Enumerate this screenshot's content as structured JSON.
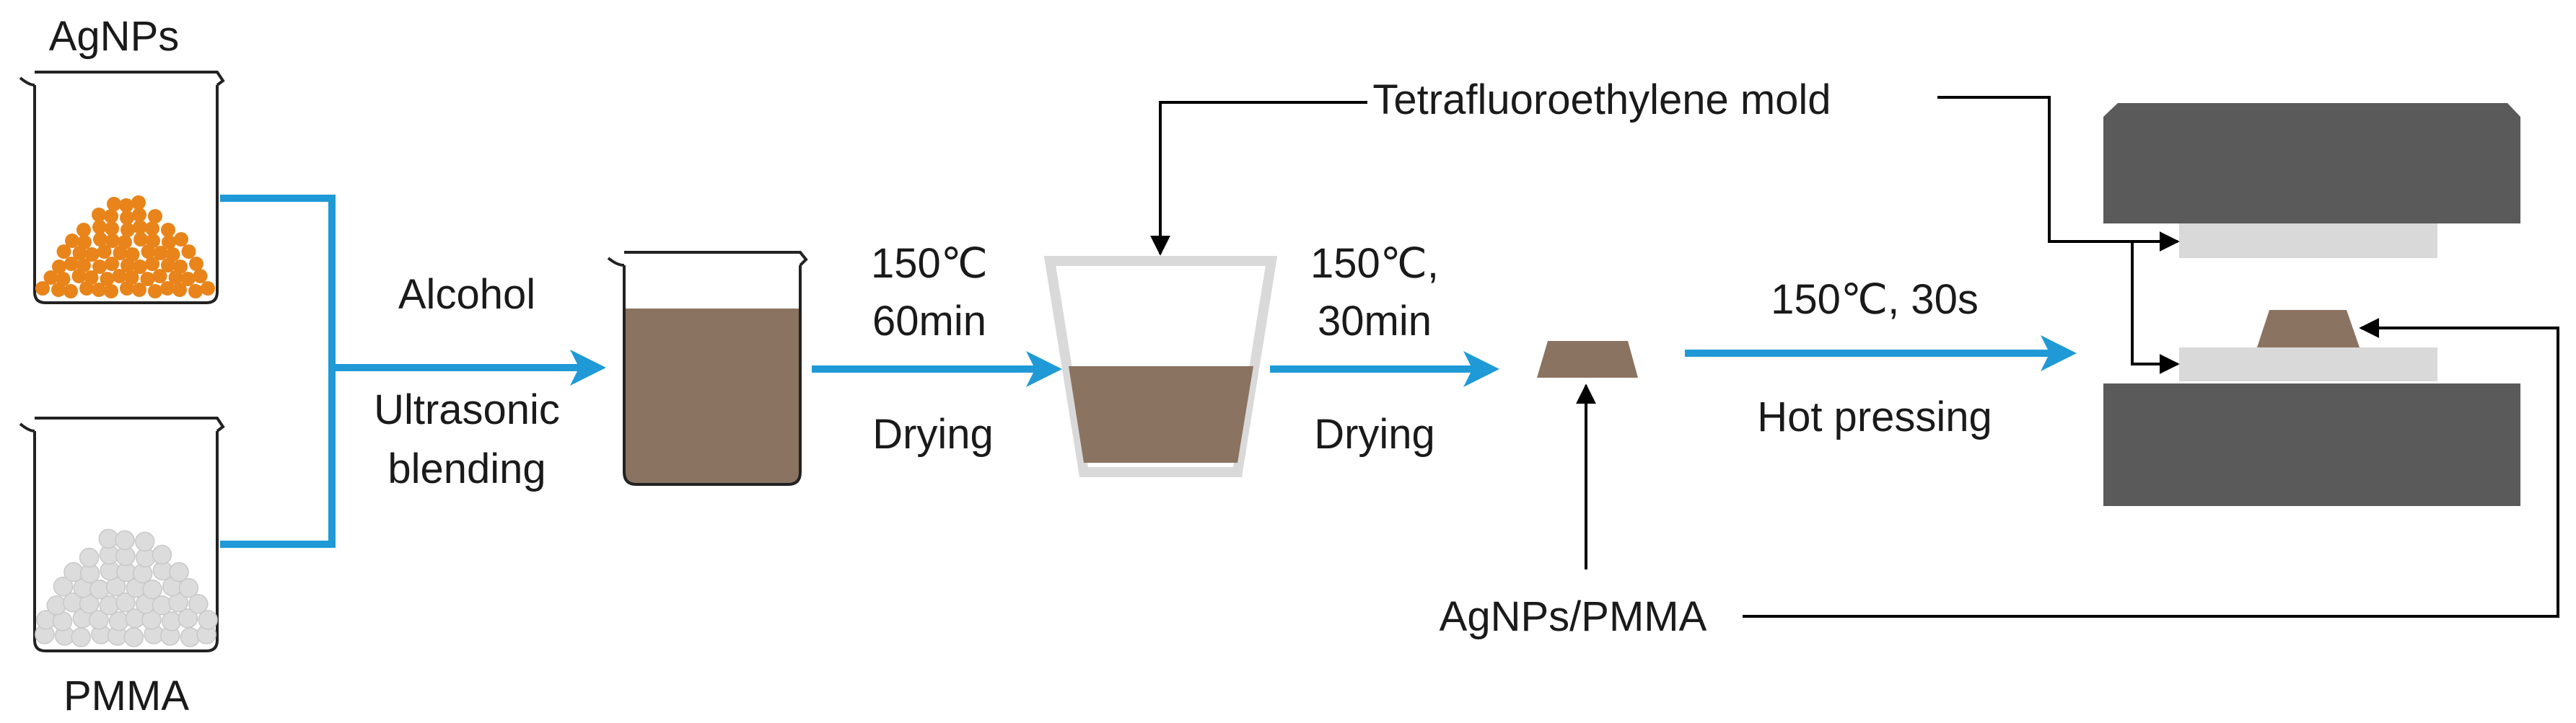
{
  "labels": {
    "agnps": "AgNPs",
    "pmma": "PMMA",
    "alcohol": "Alcohol",
    "ultrasonic_1": "Ultrasonic",
    "ultrasonic_2": "blending",
    "step1_temp": "150℃",
    "step1_time": "60min",
    "step1_process": "Drying",
    "step2_temp": "150℃,",
    "step2_time": "30min",
    "step2_process": "Drying",
    "mold": "Tetrafluoroethylene mold",
    "press_conditions": "150℃, 30s",
    "press_process": "Hot pressing",
    "composite": "AgNPs/PMMA"
  },
  "colors": {
    "flow_arrow": "#1f9ad6",
    "agnp_particles": "#e8841a",
    "pmma_particles": "#dcdcdc",
    "mixture": "#8b7361",
    "mold_wall": "#d9d9d9",
    "press_plate": "#5a5a5a",
    "pointer_line": "#000000"
  },
  "icons": [
    "agnps-beaker-icon",
    "pmma-beaker-icon",
    "mixture-beaker-icon",
    "mold-cup-icon",
    "sample-icon",
    "hot-press-icon"
  ]
}
